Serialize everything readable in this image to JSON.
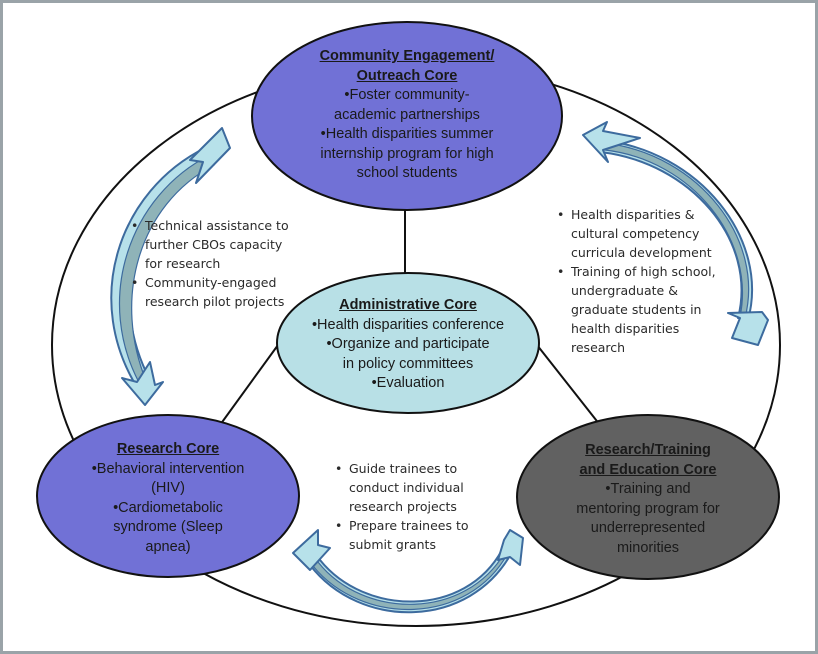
{
  "diagram": {
    "nodes": {
      "community": {
        "title_lines": [
          "Community Engagement/",
          "Outreach Core"
        ],
        "bullets": [
          "•Foster community-",
          "academic partnerships",
          "•Health disparities summer",
          "internship program for high",
          "school students"
        ],
        "fill": "#7171d6"
      },
      "admin": {
        "title_lines": [
          "Administrative Core"
        ],
        "bullets": [
          "•Health disparities conference",
          "•Organize and participate",
          "in policy committees",
          "•Evaluation"
        ],
        "fill": "#b8e0e6"
      },
      "research": {
        "title_lines": [
          "Research Core"
        ],
        "bullets": [
          "•Behavioral intervention",
          "(HIV)",
          "•Cardiometabolic",
          "syndrome (Sleep",
          "apnea)"
        ],
        "fill": "#7171d6"
      },
      "training": {
        "title_lines": [
          "Research/Training",
          "and Education Core"
        ],
        "bullets": [
          "•Training and",
          "mentoring program for",
          "underrepresented",
          "minorities"
        ],
        "fill": "#616161"
      }
    },
    "side_notes": {
      "left": [
        "Technical assistance to further CBOs capacity for research",
        "Community-engaged research pilot projects"
      ],
      "right": [
        "Health disparities & cultural competency curricula development",
        "Training of high school, undergraduate & graduate students in health disparities research"
      ],
      "bottom": [
        "Guide trainees to conduct individual research projects",
        "Prepare trainees to submit grants"
      ]
    },
    "arrow_colors": {
      "fill": "#b7e1ea",
      "inner": "#8fb3b8",
      "stroke": "#3d6b9e"
    }
  }
}
